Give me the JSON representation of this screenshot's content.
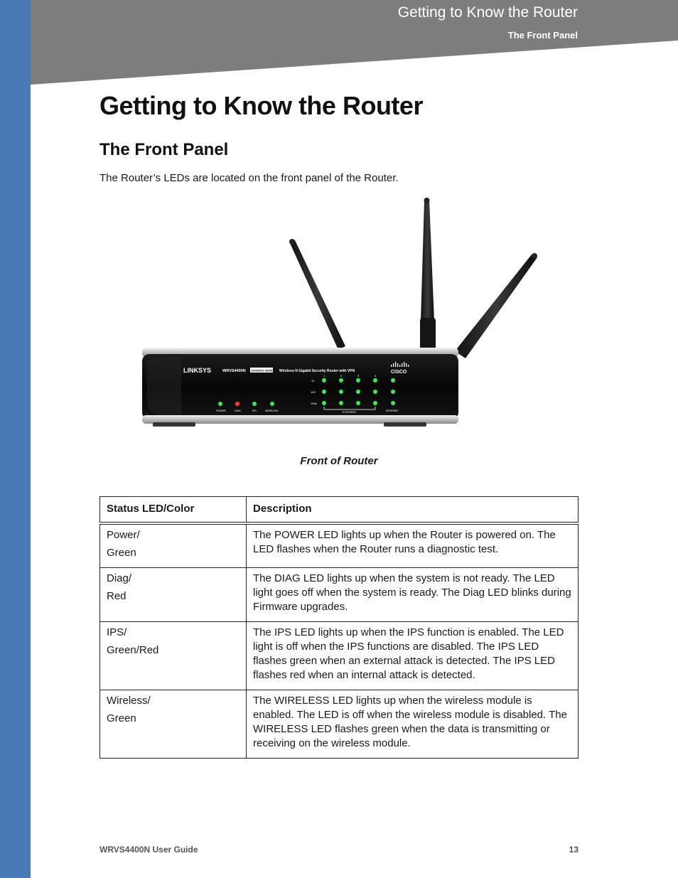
{
  "header": {
    "chapter": "Getting to Know the Router",
    "section": "The Front Panel"
  },
  "page_title": "Getting to Know the Router",
  "section_title": "The Front Panel",
  "intro": "The Router’s LEDs are located on the front panel of the Router.",
  "figure": {
    "caption": "Front of Router",
    "router_labels": {
      "brand": "LINKSYS",
      "model": "WRVS4400N",
      "series": "BUSINESS SERIES",
      "product": "Wireless-N Gigabit Security Router with VPN",
      "cisco": "CISCO",
      "port_numbers": [
        "1",
        "2",
        "3",
        "4"
      ],
      "speeds": [
        "10",
        "100",
        "1000"
      ],
      "led_labels": [
        "POWER",
        "DIAG",
        "IPS",
        "WIRELESS"
      ],
      "ethernet": "ETHERNET",
      "internet": "INTERNET"
    },
    "led_colors": {
      "green": "#3ee85a",
      "red": "#ff3030"
    }
  },
  "table": {
    "headers": [
      "Status LED/Color",
      "Description"
    ],
    "rows": [
      {
        "led": "Power/",
        "color": "Green",
        "description": "The POWER LED lights up when the Router is powered on. The LED flashes when the Router runs a diagnostic test."
      },
      {
        "led": "Diag/",
        "color": "Red",
        "description": "The DIAG LED lights up when the system is not ready. The LED light goes off when the system is ready. The Diag LED blinks during Firmware upgrades."
      },
      {
        "led": "IPS/",
        "color": "Green/Red",
        "description": "The IPS LED lights up when the IPS function is enabled. The LED light is off when the IPS functions are disabled. The IPS LED flashes green when an external attack is detected. The IPS LED flashes red when an internal attack is detected."
      },
      {
        "led": "Wireless/",
        "color": "Green",
        "description": " The WIRELESS LED lights up when the wireless module is enabled. The LED is off when the wireless module is disabled. The WIRELESS LED flashes green when the data is transmitting or receiving on the wireless module."
      }
    ]
  },
  "footer": {
    "guide": "WRVS4400N User Guide",
    "page": "13"
  },
  "colors": {
    "sidebar": "#4a7ab5",
    "header_band": "#7d7d7d"
  }
}
